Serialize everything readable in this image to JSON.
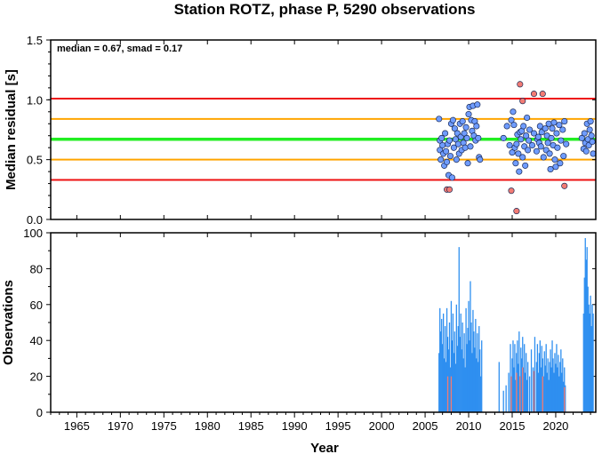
{
  "chart_data": [
    {
      "type": "scatter",
      "title": "Station ROTZ, phase P, 5290 observations",
      "ylabel": "Median residual [s]",
      "xlabel": "",
      "xlim": [
        1962,
        2024.6
      ],
      "ylim": [
        0.0,
        1.5
      ],
      "yticks": [
        "0.0",
        "0.5",
        "1.0",
        "1.5"
      ],
      "annotation": "median = 0.67, smad = 0.17",
      "reference_lines": [
        {
          "value": 1.01,
          "color": "#ee1111"
        },
        {
          "value": 0.84,
          "color": "#ffa500"
        },
        {
          "value": 0.67,
          "color": "#22ee22"
        },
        {
          "value": 0.5,
          "color": "#ffa500"
        },
        {
          "value": 0.33,
          "color": "#ee1111"
        }
      ],
      "series": [
        {
          "color": "#6f9cff",
          "points": [
            [
              2006.6,
              0.84
            ],
            [
              2006.7,
              0.66
            ],
            [
              2006.7,
              0.58
            ],
            [
              2006.8,
              0.5
            ],
            [
              2006.9,
              0.68
            ],
            [
              2007.0,
              0.62
            ],
            [
              2007.1,
              0.55
            ],
            [
              2007.2,
              0.45
            ],
            [
              2007.3,
              0.72
            ],
            [
              2007.4,
              0.57
            ],
            [
              2007.5,
              0.48
            ],
            [
              2007.6,
              0.63
            ],
            [
              2007.7,
              0.37
            ],
            [
              2007.8,
              0.66
            ],
            [
              2007.9,
              0.53
            ],
            [
              2008.0,
              0.8
            ],
            [
              2008.1,
              0.35
            ],
            [
              2008.2,
              0.83
            ],
            [
              2008.3,
              0.6
            ],
            [
              2008.4,
              0.76
            ],
            [
              2008.5,
              0.67
            ],
            [
              2008.6,
              0.5
            ],
            [
              2008.7,
              0.72
            ],
            [
              2008.8,
              0.63
            ],
            [
              2008.9,
              0.55
            ],
            [
              2009.0,
              0.8
            ],
            [
              2009.1,
              0.69
            ],
            [
              2009.2,
              0.58
            ],
            [
              2009.3,
              0.82
            ],
            [
              2009.4,
              0.64
            ],
            [
              2009.5,
              0.72
            ],
            [
              2009.6,
              0.6
            ],
            [
              2009.7,
              0.77
            ],
            [
              2009.8,
              0.68
            ],
            [
              2009.9,
              0.47
            ],
            [
              2010.0,
              0.88
            ],
            [
              2010.1,
              0.94
            ],
            [
              2010.2,
              0.61
            ],
            [
              2010.3,
              0.83
            ],
            [
              2010.4,
              0.74
            ],
            [
              2010.5,
              0.95
            ],
            [
              2010.6,
              0.7
            ],
            [
              2010.7,
              0.82
            ],
            [
              2010.8,
              0.66
            ],
            [
              2010.9,
              0.78
            ],
            [
              2011.0,
              0.96
            ],
            [
              2011.1,
              0.68
            ],
            [
              2011.2,
              0.52
            ],
            [
              2011.3,
              0.5
            ],
            [
              2014.0,
              0.68
            ],
            [
              2014.4,
              0.78
            ],
            [
              2014.7,
              0.62
            ],
            [
              2014.9,
              0.83
            ],
            [
              2015.0,
              0.56
            ],
            [
              2015.1,
              0.9
            ],
            [
              2015.2,
              0.79
            ],
            [
              2015.3,
              0.6
            ],
            [
              2015.4,
              0.47
            ],
            [
              2015.5,
              0.63
            ],
            [
              2015.6,
              0.71
            ],
            [
              2015.7,
              0.55
            ],
            [
              2015.8,
              0.4
            ],
            [
              2015.9,
              0.73
            ],
            [
              2016.0,
              0.67
            ],
            [
              2016.1,
              0.74
            ],
            [
              2016.2,
              0.52
            ],
            [
              2016.3,
              0.78
            ],
            [
              2016.4,
              0.61
            ],
            [
              2016.5,
              0.45
            ],
            [
              2016.6,
              0.7
            ],
            [
              2016.7,
              0.85
            ],
            [
              2016.8,
              0.58
            ],
            [
              2016.9,
              0.66
            ],
            [
              2017.0,
              0.75
            ],
            [
              2017.3,
              0.62
            ],
            [
              2017.5,
              0.72
            ],
            [
              2017.8,
              0.57
            ],
            [
              2017.9,
              0.67
            ],
            [
              2018.0,
              0.69
            ],
            [
              2018.1,
              0.64
            ],
            [
              2018.2,
              0.78
            ],
            [
              2018.3,
              0.61
            ],
            [
              2018.4,
              0.73
            ],
            [
              2018.6,
              0.52
            ],
            [
              2018.8,
              0.76
            ],
            [
              2018.9,
              0.58
            ],
            [
              2019.0,
              0.7
            ],
            [
              2019.1,
              0.64
            ],
            [
              2019.2,
              0.8
            ],
            [
              2019.3,
              0.55
            ],
            [
              2019.4,
              0.42
            ],
            [
              2019.5,
              0.68
            ],
            [
              2019.6,
              0.76
            ],
            [
              2019.7,
              0.62
            ],
            [
              2019.8,
              0.81
            ],
            [
              2019.9,
              0.5
            ],
            [
              2020.0,
              0.44
            ],
            [
              2020.1,
              0.72
            ],
            [
              2020.2,
              0.6
            ],
            [
              2020.4,
              0.79
            ],
            [
              2020.5,
              0.47
            ],
            [
              2020.6,
              0.66
            ],
            [
              2020.8,
              0.75
            ],
            [
              2020.9,
              0.53
            ],
            [
              2021.0,
              0.82
            ],
            [
              2021.2,
              0.63
            ],
            [
              2023.0,
              0.68
            ],
            [
              2023.2,
              0.59
            ],
            [
              2023.3,
              0.72
            ],
            [
              2023.4,
              0.64
            ],
            [
              2023.5,
              0.57
            ],
            [
              2023.6,
              0.8
            ],
            [
              2023.7,
              0.67
            ],
            [
              2023.8,
              0.62
            ],
            [
              2023.9,
              0.75
            ],
            [
              2024.0,
              0.82
            ],
            [
              2024.1,
              0.7
            ],
            [
              2024.2,
              0.65
            ],
            [
              2024.3,
              0.55
            ]
          ]
        },
        {
          "color": "#f27b74",
          "points": [
            [
              2007.5,
              0.25
            ],
            [
              2007.8,
              0.25
            ],
            [
              2014.9,
              0.24
            ],
            [
              2015.5,
              0.07
            ],
            [
              2015.9,
              1.13
            ],
            [
              2016.2,
              0.99
            ],
            [
              2017.5,
              1.05
            ],
            [
              2018.5,
              1.05
            ],
            [
              2021.0,
              0.28
            ]
          ]
        }
      ]
    },
    {
      "type": "bar",
      "ylabel": "Observations",
      "xlabel": "Year",
      "xlim": [
        1962,
        2024.6
      ],
      "ylim": [
        0,
        100
      ],
      "xticks": [
        "1965",
        "1970",
        "1975",
        "1980",
        "1985",
        "1990",
        "1995",
        "2000",
        "2005",
        "2010",
        "2015",
        "2020"
      ],
      "yticks": [
        "0",
        "20",
        "40",
        "60",
        "80",
        "100"
      ],
      "series": [
        {
          "color": "#2e8ff0",
          "bars": [
            [
              2006.6,
              33
            ],
            [
              2006.7,
              58
            ],
            [
              2006.8,
              45
            ],
            [
              2006.9,
              52
            ],
            [
              2007.0,
              38
            ],
            [
              2007.1,
              55
            ],
            [
              2007.2,
              30
            ],
            [
              2007.3,
              48
            ],
            [
              2007.4,
              28
            ],
            [
              2007.5,
              58
            ],
            [
              2007.6,
              42
            ],
            [
              2007.7,
              35
            ],
            [
              2007.8,
              50
            ],
            [
              2007.9,
              25
            ],
            [
              2008.0,
              62
            ],
            [
              2008.1,
              40
            ],
            [
              2008.2,
              55
            ],
            [
              2008.3,
              33
            ],
            [
              2008.4,
              45
            ],
            [
              2008.5,
              27
            ],
            [
              2008.6,
              60
            ],
            [
              2008.7,
              37
            ],
            [
              2008.8,
              48
            ],
            [
              2008.9,
              92
            ],
            [
              2009.0,
              42
            ],
            [
              2009.1,
              55
            ],
            [
              2009.2,
              35
            ],
            [
              2009.3,
              50
            ],
            [
              2009.4,
              30
            ],
            [
              2009.5,
              44
            ],
            [
              2009.6,
              25
            ],
            [
              2009.7,
              58
            ],
            [
              2009.8,
              38
            ],
            [
              2009.9,
              47
            ],
            [
              2010.0,
              62
            ],
            [
              2010.1,
              40
            ],
            [
              2010.2,
              73
            ],
            [
              2010.3,
              50
            ],
            [
              2010.4,
              33
            ],
            [
              2010.5,
              57
            ],
            [
              2010.6,
              45
            ],
            [
              2010.7,
              36
            ],
            [
              2010.8,
              52
            ],
            [
              2010.9,
              30
            ],
            [
              2011.0,
              44
            ],
            [
              2011.1,
              28
            ],
            [
              2011.2,
              48
            ],
            [
              2011.3,
              35
            ],
            [
              2011.4,
              20
            ],
            [
              2011.5,
              40
            ],
            [
              2013.5,
              28
            ],
            [
              2014.0,
              12
            ],
            [
              2014.3,
              15
            ],
            [
              2014.6,
              22
            ],
            [
              2014.8,
              38
            ],
            [
              2015.0,
              30
            ],
            [
              2015.1,
              40
            ],
            [
              2015.2,
              25
            ],
            [
              2015.3,
              38
            ],
            [
              2015.4,
              18
            ],
            [
              2015.5,
              33
            ],
            [
              2015.6,
              40
            ],
            [
              2015.7,
              27
            ],
            [
              2015.8,
              45
            ],
            [
              2015.9,
              20
            ],
            [
              2016.0,
              36
            ],
            [
              2016.1,
              30
            ],
            [
              2016.2,
              42
            ],
            [
              2016.3,
              25
            ],
            [
              2016.4,
              38
            ],
            [
              2016.5,
              22
            ],
            [
              2016.6,
              33
            ],
            [
              2016.7,
              18
            ],
            [
              2016.8,
              28
            ],
            [
              2017.0,
              20
            ],
            [
              2017.2,
              35
            ],
            [
              2017.4,
              25
            ],
            [
              2017.6,
              42
            ],
            [
              2017.8,
              28
            ],
            [
              2017.9,
              38
            ],
            [
              2018.0,
              22
            ],
            [
              2018.1,
              33
            ],
            [
              2018.2,
              40
            ],
            [
              2018.3,
              25
            ],
            [
              2018.4,
              37
            ],
            [
              2018.5,
              30
            ],
            [
              2018.6,
              20
            ],
            [
              2018.7,
              34
            ],
            [
              2018.8,
              26
            ],
            [
              2018.9,
              38
            ],
            [
              2019.0,
              22
            ],
            [
              2019.1,
              30
            ],
            [
              2019.2,
              18
            ],
            [
              2019.3,
              28
            ],
            [
              2019.4,
              35
            ],
            [
              2019.5,
              25
            ],
            [
              2019.6,
              40
            ],
            [
              2019.7,
              30
            ],
            [
              2019.8,
              22
            ],
            [
              2019.9,
              33
            ],
            [
              2020.0,
              27
            ],
            [
              2020.1,
              38
            ],
            [
              2020.2,
              25
            ],
            [
              2020.3,
              32
            ],
            [
              2020.4,
              20
            ],
            [
              2020.5,
              28
            ],
            [
              2020.6,
              35
            ],
            [
              2020.7,
              22
            ],
            [
              2020.8,
              30
            ],
            [
              2020.9,
              17
            ],
            [
              2021.0,
              25
            ],
            [
              2021.1,
              15
            ],
            [
              2023.2,
              55
            ],
            [
              2023.3,
              75
            ],
            [
              2023.4,
              97
            ],
            [
              2023.5,
              85
            ],
            [
              2023.6,
              92
            ],
            [
              2023.7,
              70
            ],
            [
              2023.8,
              60
            ],
            [
              2023.9,
              55
            ],
            [
              2024.0,
              65
            ],
            [
              2024.1,
              48
            ],
            [
              2024.2,
              60
            ],
            [
              2024.3,
              55
            ]
          ]
        },
        {
          "color": "#f27b74",
          "bars": [
            [
              2007.6,
              20
            ],
            [
              2008.0,
              20
            ],
            [
              2014.9,
              20
            ],
            [
              2015.5,
              22
            ],
            [
              2015.9,
              20
            ],
            [
              2016.2,
              25
            ],
            [
              2017.5,
              23
            ],
            [
              2018.5,
              20
            ],
            [
              2021.0,
              14
            ]
          ]
        }
      ]
    }
  ]
}
